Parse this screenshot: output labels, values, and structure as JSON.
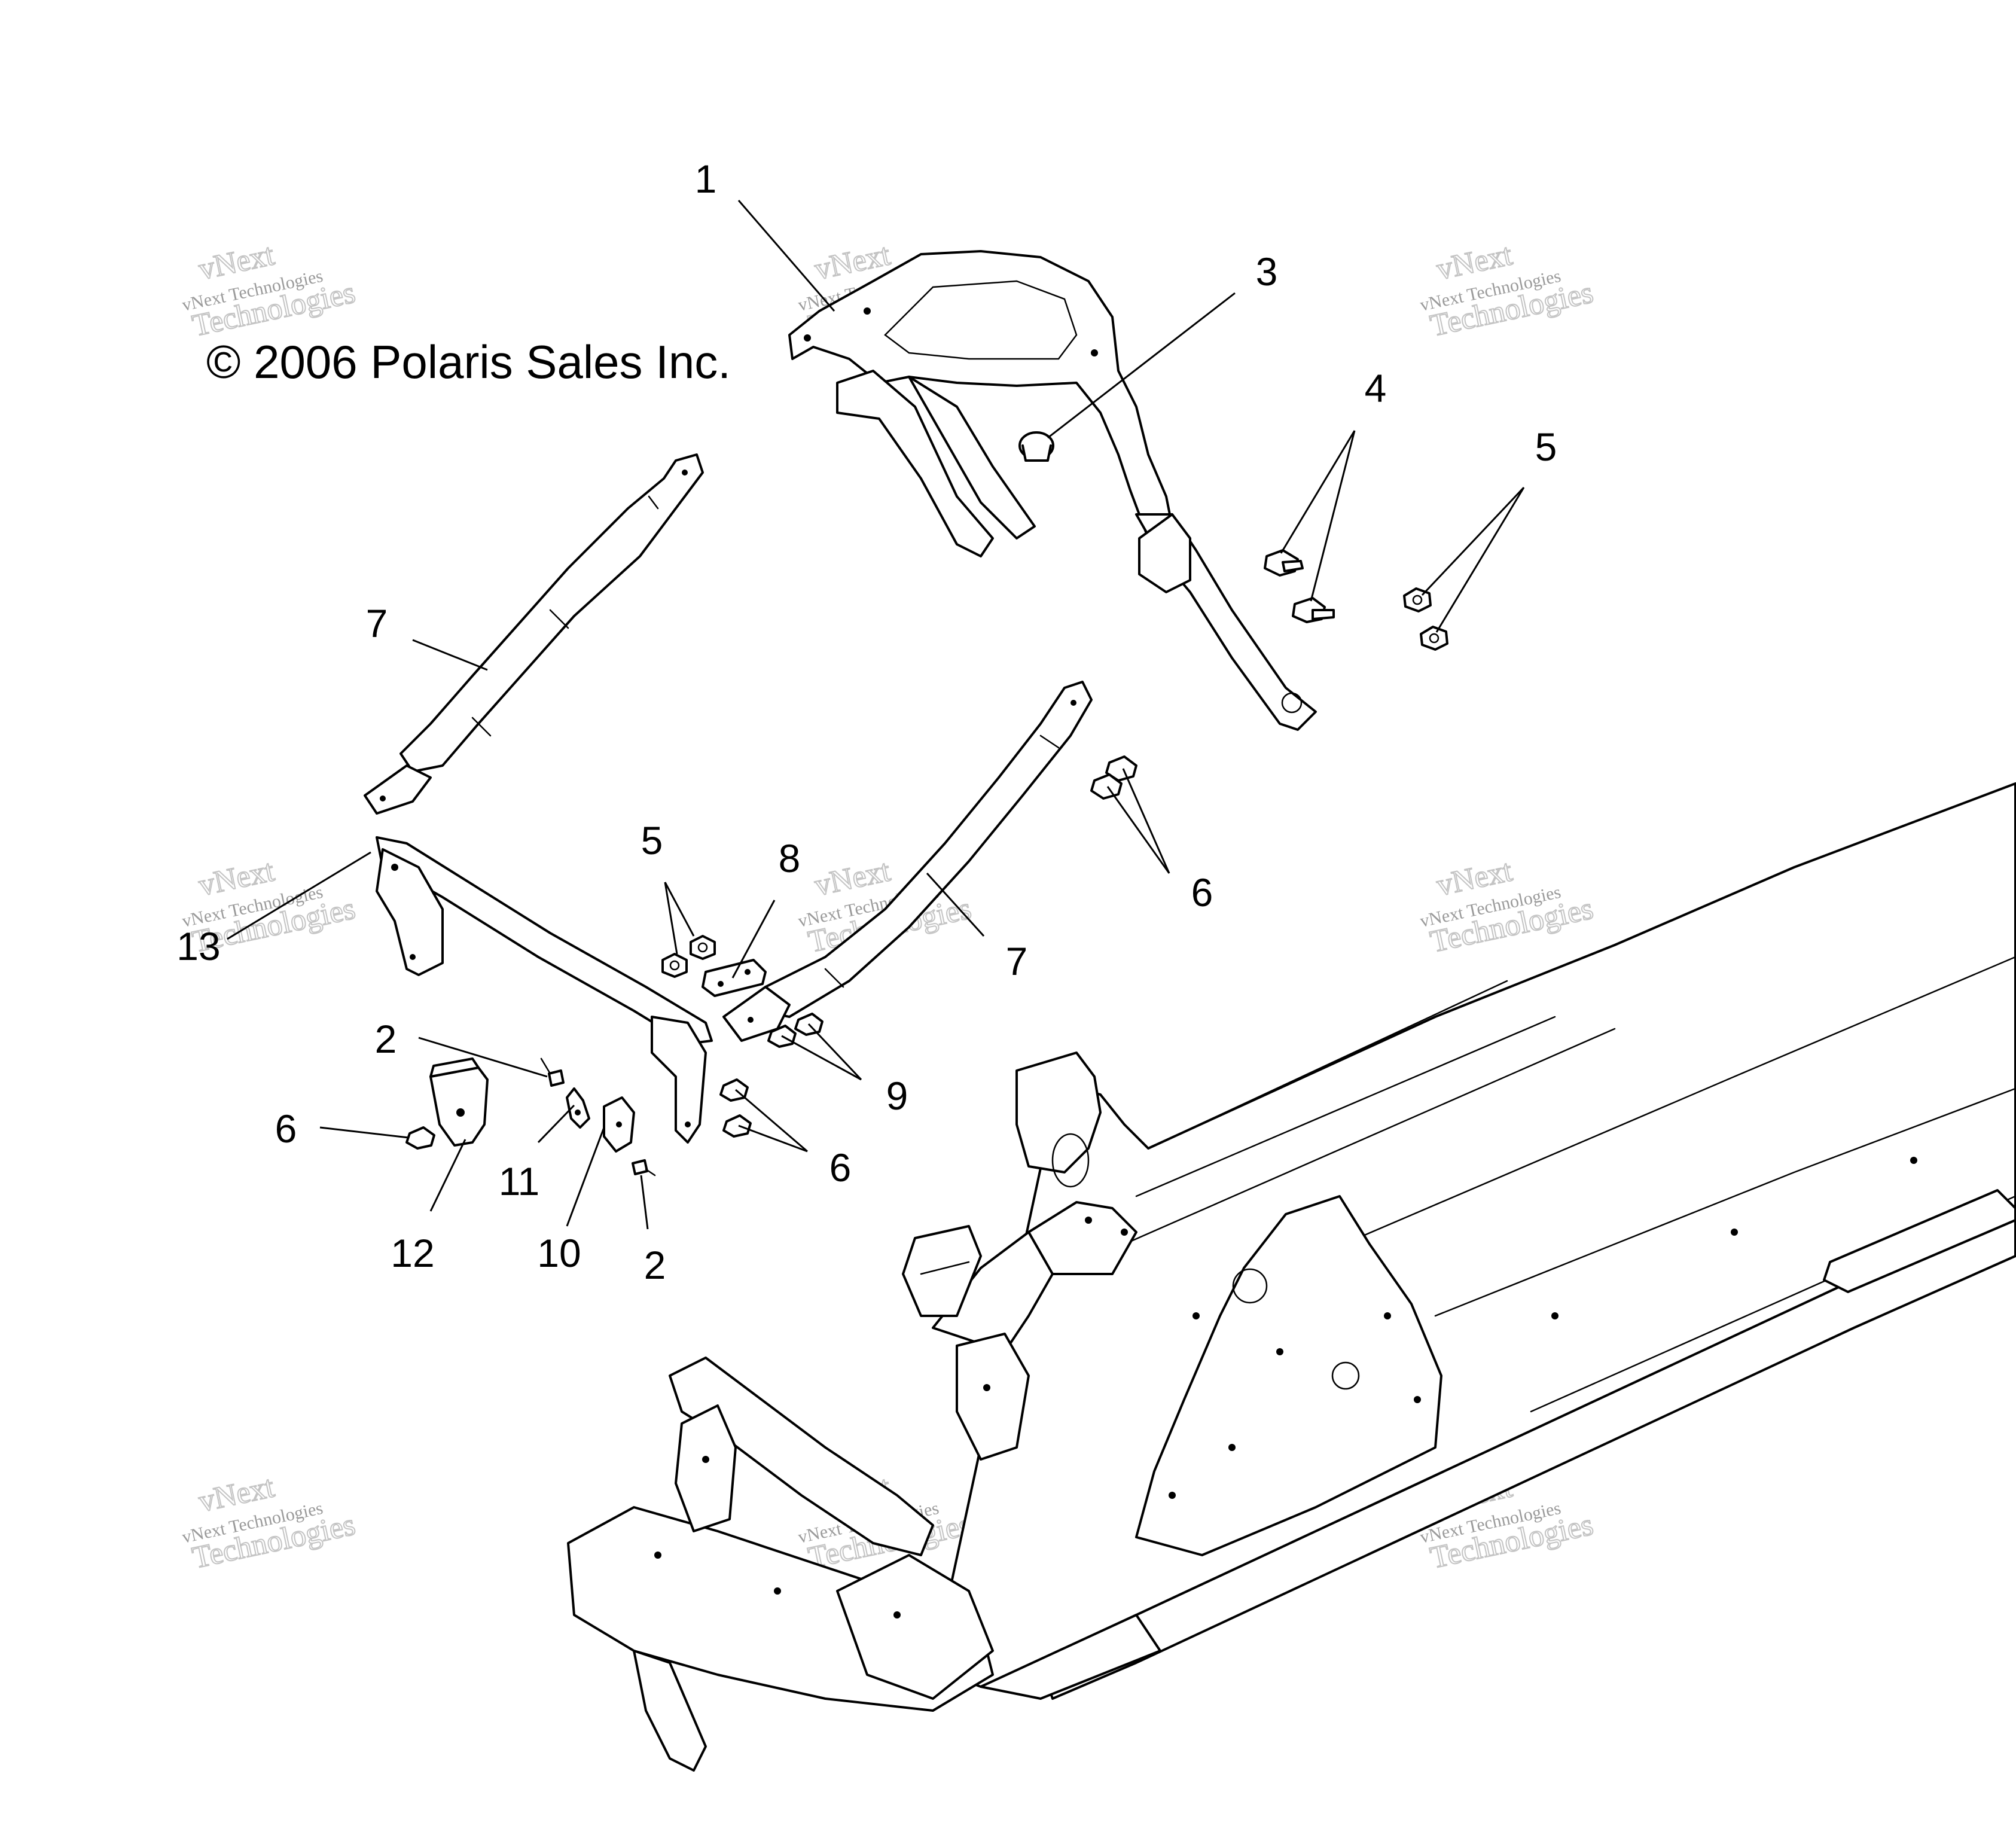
{
  "copyright": "© 2006 Polaris Sales Inc.",
  "watermark": {
    "line1": "vNext Technologies",
    "line2": "vNext",
    "line3": "Technologies"
  },
  "callouts": [
    {
      "id": "c1",
      "label": "1"
    },
    {
      "id": "c3",
      "label": "3"
    },
    {
      "id": "c4",
      "label": "4"
    },
    {
      "id": "c5a",
      "label": "5"
    },
    {
      "id": "c7a",
      "label": "7"
    },
    {
      "id": "c5b",
      "label": "5"
    },
    {
      "id": "c8",
      "label": "8"
    },
    {
      "id": "c6a",
      "label": "6"
    },
    {
      "id": "c13",
      "label": "13"
    },
    {
      "id": "c7b",
      "label": "7"
    },
    {
      "id": "c2a",
      "label": "2"
    },
    {
      "id": "c9",
      "label": "9"
    },
    {
      "id": "c6b",
      "label": "6"
    },
    {
      "id": "c6c",
      "label": "6"
    },
    {
      "id": "c11",
      "label": "11"
    },
    {
      "id": "c12",
      "label": "12"
    },
    {
      "id": "c10",
      "label": "10"
    },
    {
      "id": "c2b",
      "label": "2"
    }
  ]
}
